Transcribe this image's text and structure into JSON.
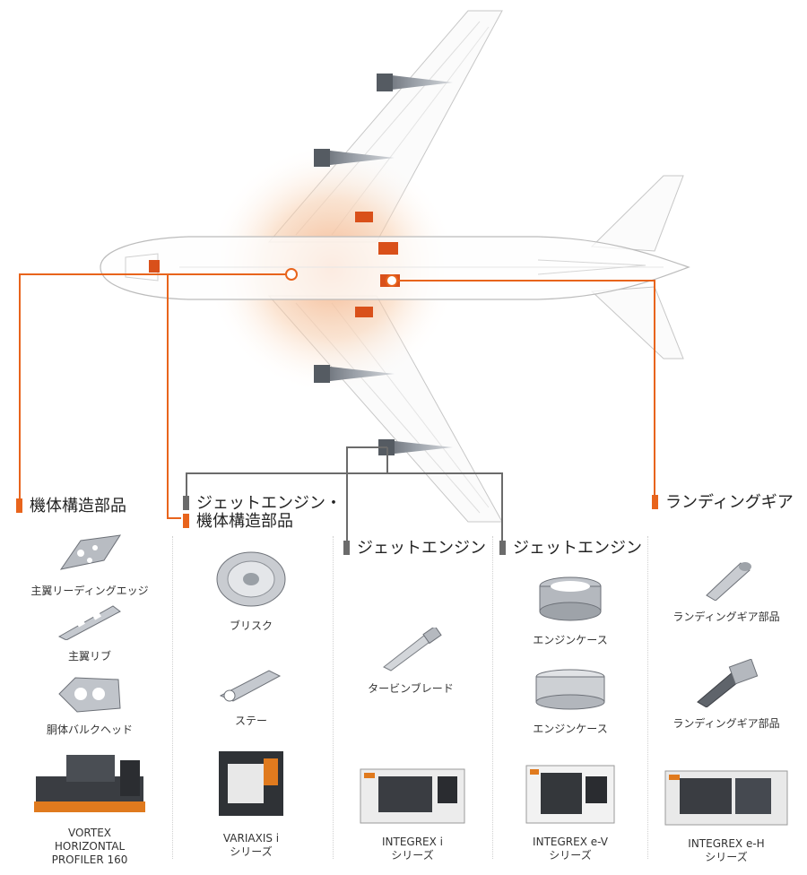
{
  "categories": {
    "airframe": "機体構造部品",
    "jet_airframe_l1": "ジェットエンジン・",
    "jet_airframe_l2": "機体構造部品",
    "jet1": "ジェットエンジン",
    "jet2": "ジェットエンジン",
    "landing": "ランディングギア"
  },
  "columns": [
    {
      "parts": [
        "主翼リーディングエッジ",
        "主翼リブ",
        "胴体バルクヘッド"
      ],
      "machine": [
        "VORTEX",
        "HORIZONTAL",
        "PROFILER 160"
      ]
    },
    {
      "parts": [
        "ブリスク",
        "ステー"
      ],
      "machine": [
        "VARIAXIS i",
        "シリーズ"
      ]
    },
    {
      "parts": [
        "タービンブレード"
      ],
      "machine": [
        "INTEGREX i",
        "シリーズ"
      ]
    },
    {
      "parts": [
        "エンジンケース",
        "エンジンケース"
      ],
      "machine": [
        "INTEGREX e-V",
        "シリーズ"
      ]
    },
    {
      "parts": [
        "ランディングギア部品",
        "ランディングギア部品"
      ],
      "machine": [
        "INTEGREX e-H",
        "シリーズ"
      ]
    }
  ],
  "colors": {
    "accent_orange": "#e8641c",
    "connector_gray": "#6b6b6b",
    "machine_accent": "#e07a1e"
  }
}
